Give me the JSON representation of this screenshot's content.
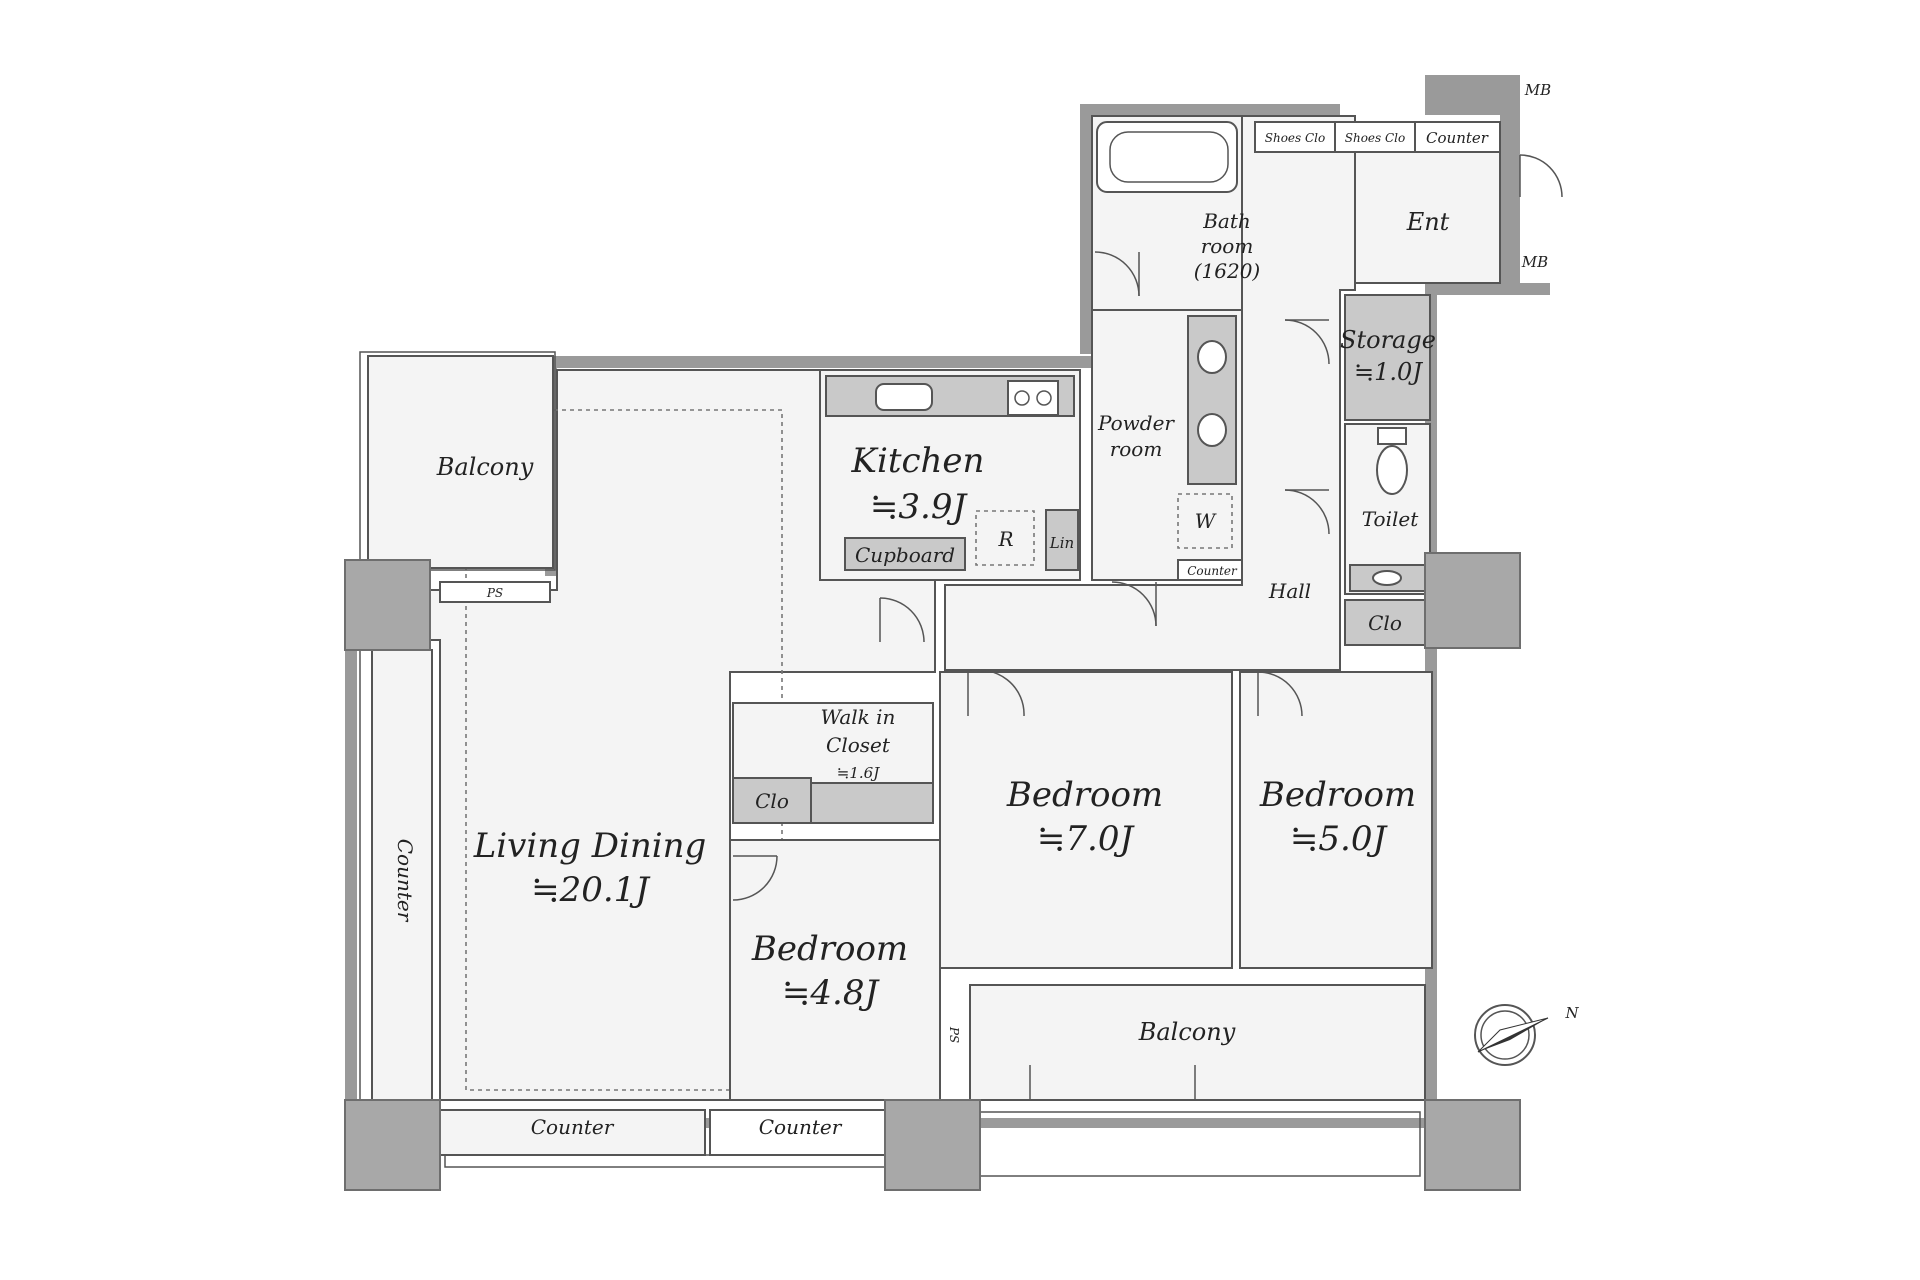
{
  "rooms": {
    "living_dining": {
      "name": "Living Dining",
      "area": "≒20.1J"
    },
    "kitchen": {
      "name": "Kitchen",
      "area": "≒3.9J"
    },
    "bedroom_a": {
      "name": "Bedroom",
      "area": "≒7.0J"
    },
    "bedroom_b": {
      "name": "Bedroom",
      "area": "≒5.0J"
    },
    "bedroom_c": {
      "name": "Bedroom",
      "area": "≒4.8J"
    },
    "walk_in_closet": {
      "line1": "Walk in",
      "line2": "Closet",
      "area": "≒1.6J"
    },
    "storage": {
      "name": "Storage",
      "area": "≒1.0J"
    },
    "bath": {
      "line1": "Bath",
      "line2": "room",
      "line3": "(1620)"
    },
    "powder": {
      "line1": "Powder",
      "line2": "room"
    },
    "toilet": "Toilet",
    "hall": "Hall",
    "entrance": "Ent",
    "balcony_west": "Balcony",
    "balcony_south": "Balcony"
  },
  "fixtures": {
    "cupboard": "Cupboard",
    "refrigerator": "R",
    "linen": "Lin",
    "washer": "W",
    "counter_small": "Counter",
    "counter_entry": "Counter",
    "counter_west": "Counter",
    "counter_bottom_1": "Counter",
    "counter_bottom_2": "Counter",
    "shoes_closet_1": "Shoes Clo",
    "shoes_closet_2": "Shoes Clo",
    "closet_bed_c": "Clo",
    "closet_hall": "Clo",
    "meter_box_top": "MB",
    "meter_box_bottom": "MB",
    "pipe_space_1": "PS",
    "pipe_space_2": "PS"
  },
  "compass": {
    "north_label": "N"
  }
}
